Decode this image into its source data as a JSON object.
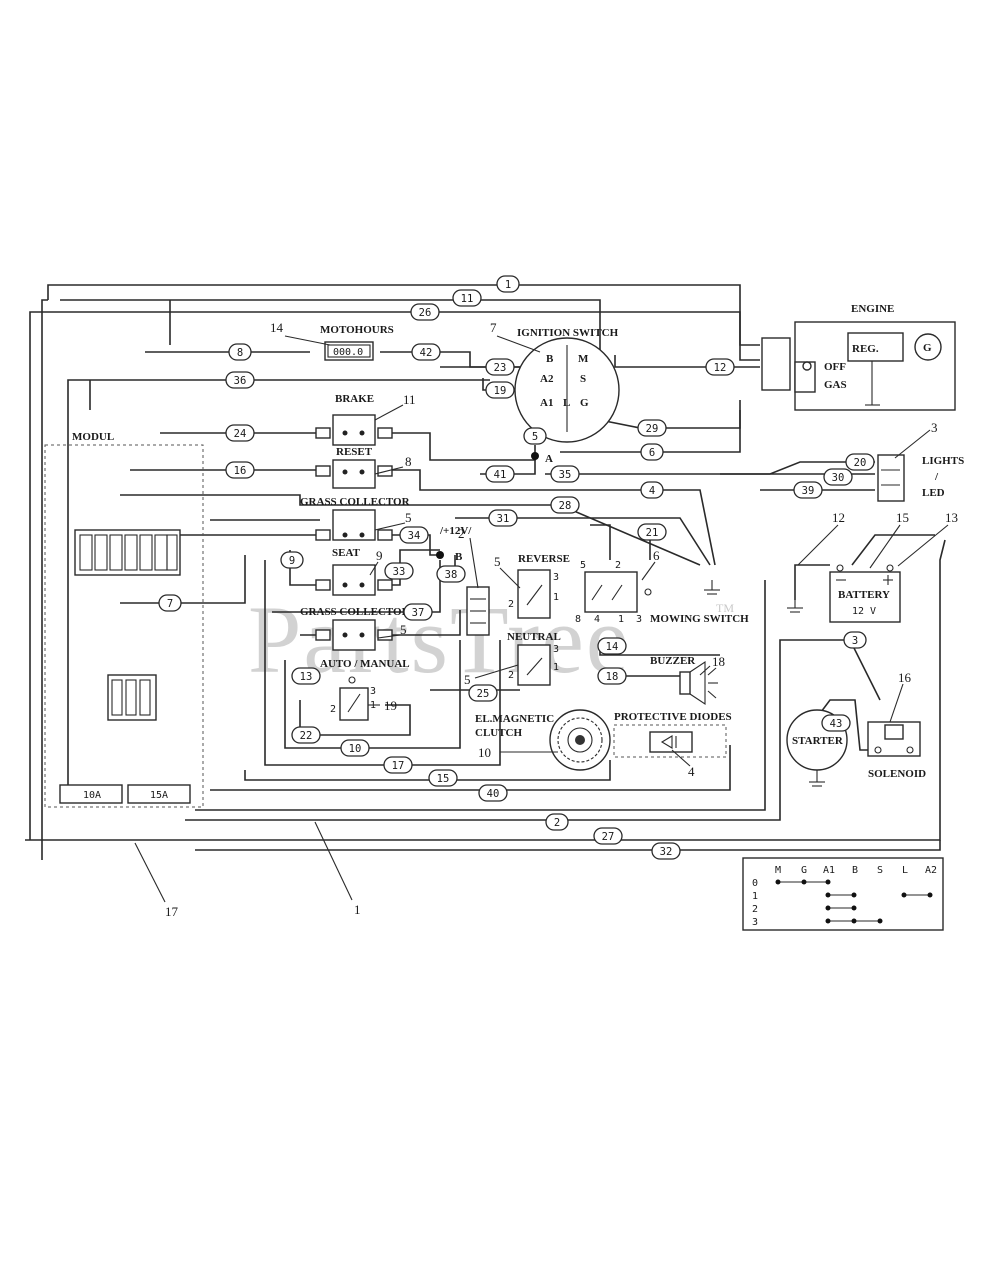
{
  "watermark": {
    "text": "PartsTree",
    "tm": "TM"
  },
  "components": {
    "motohours": "MOTOHOURS",
    "motohours_display": "000.0",
    "ignition_switch": "IGNITION SWITCH",
    "ign_terminals": [
      "B",
      "M",
      "A2",
      "S",
      "A1",
      "L",
      "G"
    ],
    "engine": "ENGINE",
    "reg": "REG.",
    "gen": "G",
    "off": "OFF",
    "gas": "GAS",
    "brake": "BRAKE",
    "reset": "RESET",
    "grass_collector_1": "GRASS COLLECTOR",
    "seat": "SEAT",
    "grass_collector_2": "GRASS COLLECTOR",
    "auto_manual": "AUTO / MANUAL",
    "reverse": "REVERSE",
    "neutral": "NEUTRAL",
    "buzzer": "BUZZER",
    "el_magnetic": "EL.MAGNETIC",
    "clutch": "CLUTCH",
    "protective_diodes": "PROTECTIVE DIODES",
    "mowing_switch": "MOWING SWITCH",
    "lights": "LIGHTS",
    "slash": "/",
    "led": "LED",
    "battery": "BATTERY",
    "battery_v": "12 V",
    "starter": "STARTER",
    "solenoid": "SOLENOID",
    "modul": "MODUL",
    "fuse_10": "10A",
    "fuse_15": "15A",
    "plus12": "/+12V/",
    "node_a": "A",
    "node_b": "B"
  },
  "callouts": {
    "c14": "14",
    "c7": "7",
    "c11": "11",
    "c8": "8",
    "c5a": "5",
    "c9": "9",
    "c5b": "5",
    "c19": "19",
    "c2": "2",
    "c5c": "5",
    "c5d": "5",
    "c6": "6",
    "c18": "18",
    "c10": "10",
    "c4": "4",
    "c3": "3",
    "c12": "12",
    "c15": "15",
    "c13": "13",
    "c16": "16",
    "c17": "17",
    "c1": "1"
  },
  "wires": {
    "w1": "1",
    "w11": "11",
    "w26": "26",
    "w8": "8",
    "w42": "42",
    "w23": "23",
    "w19": "19",
    "w12": "12",
    "w36": "36",
    "w24": "24",
    "w29": "29",
    "w5": "5",
    "w6": "6",
    "w41": "41",
    "w35": "35",
    "w20": "20",
    "w30": "30",
    "w39": "39",
    "w16": "16",
    "w4": "4",
    "w28": "28",
    "w31": "31",
    "w21": "21",
    "w34": "34",
    "w9": "9",
    "w33": "33",
    "w38": "38",
    "w7": "7",
    "w37": "37",
    "w14": "14",
    "w3": "3",
    "w13": "13",
    "w18": "18",
    "w25": "25",
    "w43": "43",
    "w22": "22",
    "w10": "10",
    "w17": "17",
    "w15": "15",
    "w40": "40",
    "w2": "2",
    "w27": "27",
    "w32": "32"
  },
  "pin_labels": {
    "rev_2": "2",
    "rev_1": "1",
    "rev_3": "3",
    "neu_2": "2",
    "neu_1": "1",
    "neu_3": "3",
    "mow_5": "5",
    "mow_2": "2",
    "mow_8": "8",
    "mow_4": "4",
    "mow_1": "1",
    "mow_3": "3",
    "am_2": "2",
    "am_3": "3",
    "am_1": "1"
  },
  "switch_table": {
    "headers": [
      "M",
      "G",
      "A1",
      "B",
      "S",
      "L",
      "A2"
    ],
    "rows": [
      "0",
      "1",
      "2",
      "3"
    ]
  }
}
